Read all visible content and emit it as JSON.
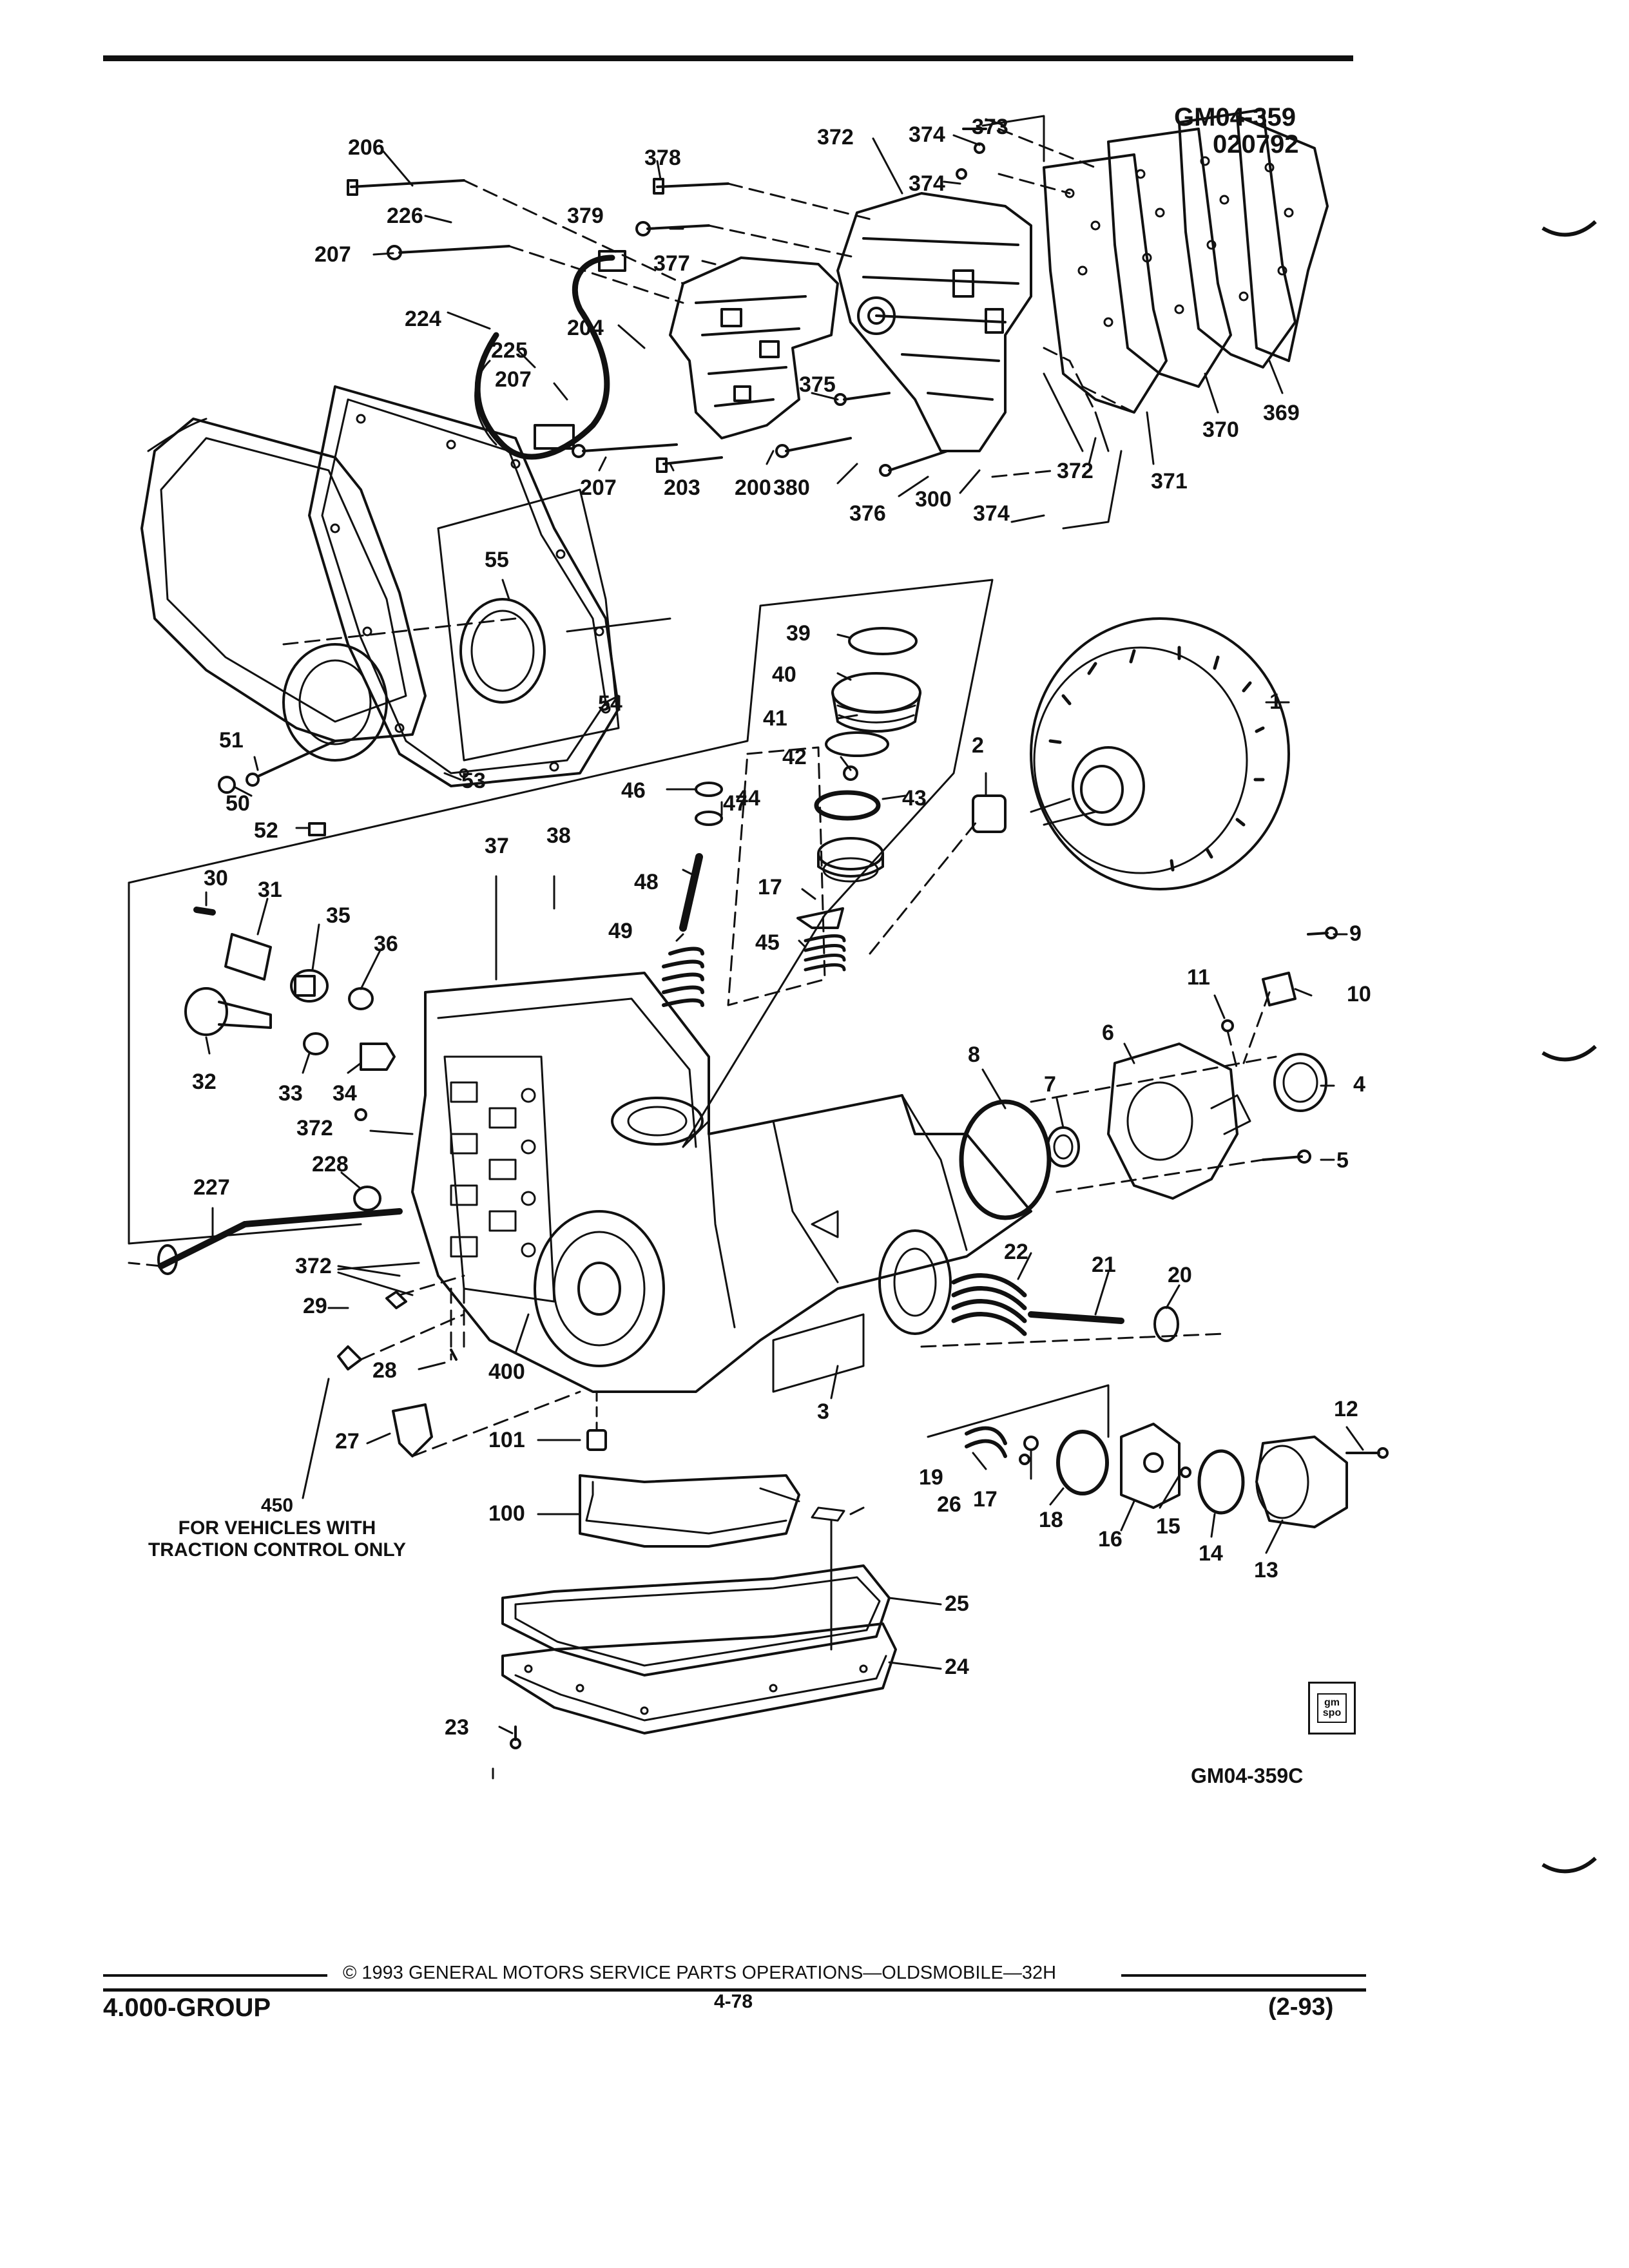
{
  "diagram": {
    "codes": {
      "top_code": "GM04-359",
      "top_date": "020792",
      "bottom_code": "GM04-359C"
    },
    "note": {
      "number": "450",
      "line1": "FOR VEHICLES WITH",
      "line2": "TRACTION CONTROL ONLY"
    },
    "badge_text": "gm spo",
    "callouts": [
      "206",
      "226",
      "207",
      "224",
      "225",
      "207",
      "204",
      "378",
      "379",
      "377",
      "372",
      "374",
      "373",
      "374",
      "375",
      "200",
      "203",
      "207",
      "380",
      "376",
      "300",
      "374",
      "372",
      "371",
      "370",
      "369",
      "55",
      "54",
      "53",
      "51",
      "50",
      "52",
      "39",
      "40",
      "41",
      "42",
      "43",
      "44",
      "46",
      "47",
      "48",
      "49",
      "17",
      "45",
      "2",
      "1",
      "37",
      "38",
      "30",
      "31",
      "35",
      "36",
      "32",
      "33",
      "34",
      "372",
      "228",
      "227",
      "372",
      "29",
      "28",
      "400",
      "27",
      "9",
      "10",
      "11",
      "6",
      "4",
      "5",
      "8",
      "7",
      "22",
      "21",
      "20",
      "3",
      "101",
      "100",
      "26",
      "25",
      "24",
      "23",
      "12",
      "19",
      "17",
      "18",
      "16",
      "15",
      "14",
      "13"
    ]
  },
  "footer": {
    "copyright": "© 1993 GENERAL MOTORS SERVICE PARTS OPERATIONS—OLDSMOBILE—32H",
    "group": "4.000-GROUP",
    "page": "4-78",
    "date": "(2-93)"
  }
}
